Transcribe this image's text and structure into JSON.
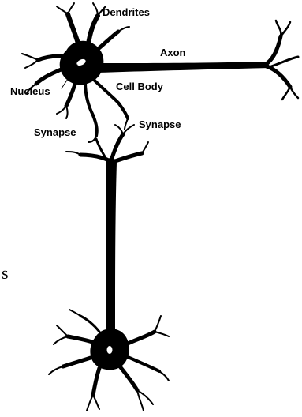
{
  "labels": {
    "dendrites": "Dendrites",
    "axon": "Axon",
    "nucleus": "Nucleus",
    "cell_body": "Cell Body",
    "synapse_left": "Synapse",
    "synapse_right": "Synapse"
  },
  "edge_fragment": "s",
  "colors": {
    "ink": "#000000",
    "background": "#ffffff"
  }
}
